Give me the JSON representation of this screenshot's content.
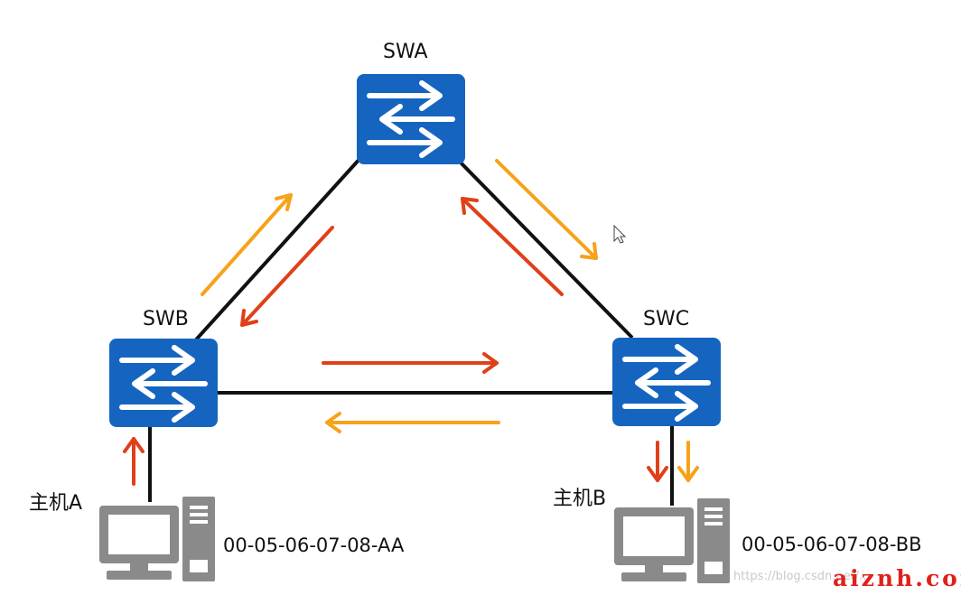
{
  "nodes": {
    "swa": {
      "label": "SWA"
    },
    "swb": {
      "label": "SWB"
    },
    "swc": {
      "label": "SWC"
    },
    "host_a": {
      "label": "主机A",
      "mac": "00-05-06-07-08-AA"
    },
    "host_b": {
      "label": "主机B",
      "mac": "00-05-06-07-08-BB"
    }
  },
  "colors": {
    "switch_fill": "#1565c0",
    "link": "#111111",
    "arrow_red": "#e04018",
    "arrow_orange": "#f7a21b",
    "host_gray": "#888888"
  },
  "watermark": {
    "url": "https://blog.csdn.net/...",
    "brand": "aiznh.com"
  }
}
